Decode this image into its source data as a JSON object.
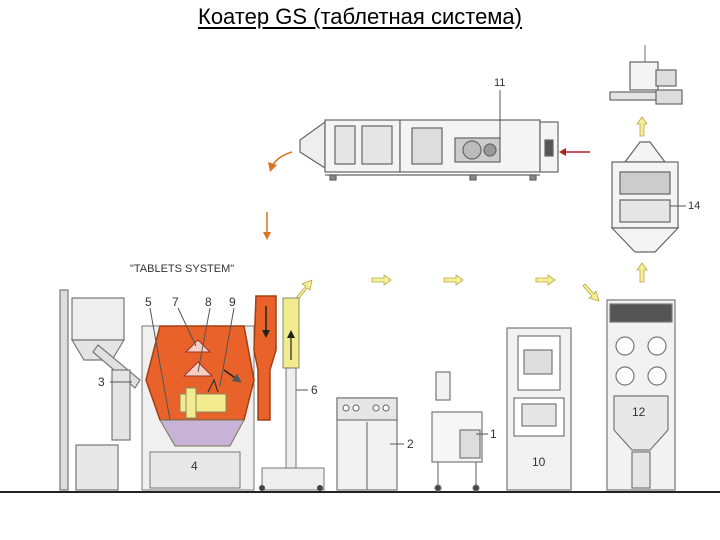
{
  "title": "Коатер GS (таблетная система)",
  "caption": "\"TABLETS SYSTEM\"",
  "labels": {
    "n1": "1",
    "n2": "2",
    "n3": "3",
    "n4": "4",
    "n5": "5",
    "n6": "6",
    "n7": "7",
    "n8": "8",
    "n9": "9",
    "n10": "10",
    "n11": "11",
    "n12": "12",
    "n14": "14"
  },
  "colors": {
    "drum": "#e8622a",
    "hopper": "#c8b2d6",
    "duct": "#f3ec8e",
    "arrow_yellow": "#f6ef9a",
    "arrow_orange": "#d9741f",
    "arrow_red": "#b22222",
    "equipment_line": "#666666"
  }
}
